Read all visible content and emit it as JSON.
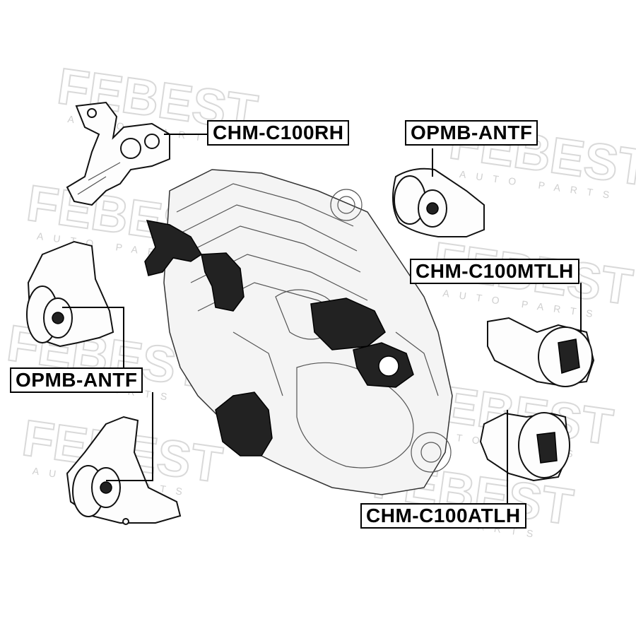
{
  "watermark": {
    "brand": "FEBEST",
    "subtitle": "AUTO PARTS"
  },
  "labels": {
    "rh": "CHM-C100RH",
    "antf_top": "OPMB-ANTF",
    "mtlh": "CHM-C100MTLH",
    "antf_left": "OPMB-ANTF",
    "atlh": "CHM-C100ATLH"
  }
}
